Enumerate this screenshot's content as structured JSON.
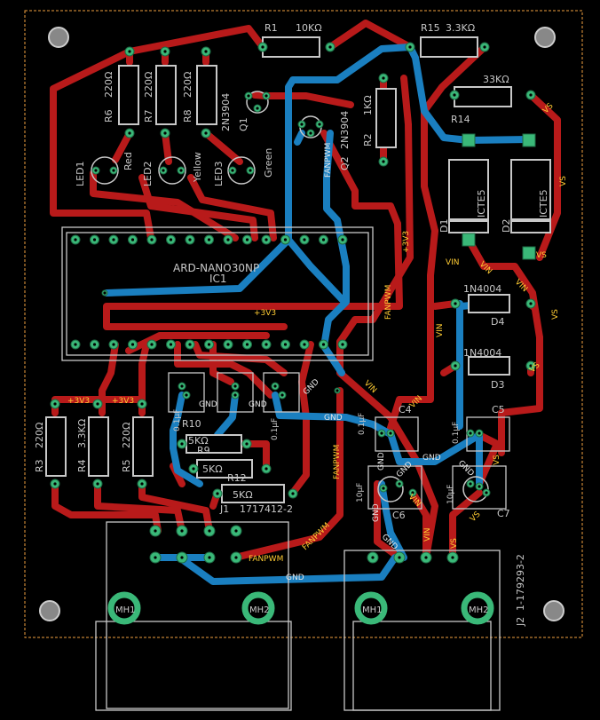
{
  "colors": {
    "background": "#000000",
    "top_copper": "#b81a1a",
    "bottom_copper": "#1a7fc0",
    "pad": "#3ab878",
    "silkscreen": "#c8c8c8",
    "outline": "#f0a040",
    "net_label_on_red": "#ffcc33",
    "net_label_on_blue": "#e8e8e8"
  },
  "resistors": {
    "r1": {
      "name": "R1",
      "value": "10KΩ"
    },
    "r15": {
      "name": "R15",
      "value": "3.3KΩ"
    },
    "r14": {
      "name": "R14",
      "value": "33KΩ"
    },
    "r6": {
      "name": "R6",
      "value": "220Ω"
    },
    "r7": {
      "name": "R7",
      "value": "220Ω"
    },
    "r8": {
      "name": "R8",
      "value": "220Ω"
    },
    "r2": {
      "name": "R2",
      "value": "1KΩ"
    },
    "r3": {
      "name": "R3",
      "value": "220Ω"
    },
    "r4": {
      "name": "R4",
      "value": "3.3KΩ"
    },
    "r5": {
      "name": "R5",
      "value": "220Ω"
    },
    "r10": {
      "name": "R10",
      "value": "5KΩ"
    },
    "r9": {
      "name": "R9",
      "value": "5KΩ"
    },
    "r12": {
      "name": "R12",
      "value": "5KΩ"
    }
  },
  "transistors": {
    "q1": {
      "name": "Q1",
      "value": "2N3904"
    },
    "q2": {
      "name": "Q2",
      "value": "2N3904"
    }
  },
  "leds": {
    "led1": {
      "name": "LED1",
      "color": "Red"
    },
    "led2": {
      "name": "LED2",
      "color": "Yellow"
    },
    "led3": {
      "name": "LED3",
      "color": "Green"
    }
  },
  "ics": {
    "ic1": {
      "name": "IC1",
      "value": "ARD-NANO30NP"
    },
    "d1": {
      "name": "D1",
      "value": "ICTE5"
    },
    "d2": {
      "name": "D2",
      "value": "ICTE5"
    }
  },
  "diodes": {
    "d4": {
      "name": "D4",
      "value": "1N4004"
    },
    "d3": {
      "name": "D3",
      "value": "1N4004"
    }
  },
  "capacitors": {
    "c1": {
      "label": "0.1μF"
    },
    "c2": {
      "label": "0.1μF"
    },
    "c4": {
      "name": "C4",
      "value": "0.1μF"
    },
    "c5": {
      "name": "C5",
      "value": "0.1μF"
    },
    "c6": {
      "name": "C6",
      "value": "10μF"
    },
    "c7": {
      "name": "C7",
      "value": "10μF"
    }
  },
  "connectors": {
    "j1": {
      "name": "J1",
      "value": "1717412-2"
    },
    "j2": {
      "name": "J2",
      "value": "1-179293-2"
    },
    "mh1": "MH1",
    "mh2": "MH2"
  },
  "nets": {
    "vs": "VS",
    "vin": "VIN",
    "gnd": "GND",
    "v33": "+3V3",
    "fanpwm": "FANPWM"
  }
}
